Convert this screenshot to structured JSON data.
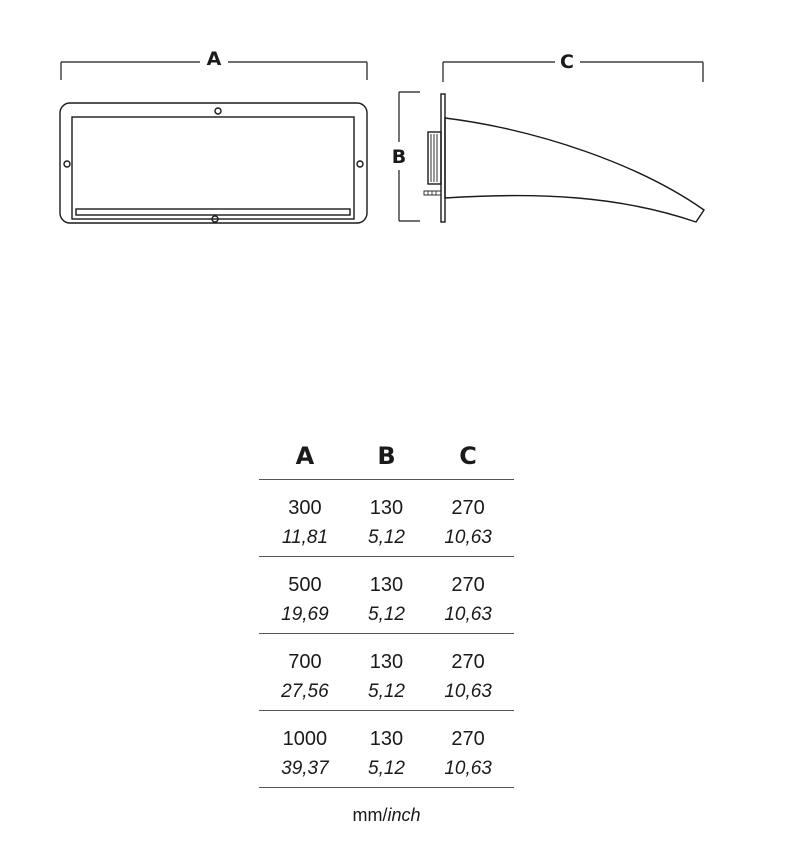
{
  "drawing": {
    "dim_a": "A",
    "dim_b": "B",
    "dim_c": "C"
  },
  "table": {
    "headers": [
      "A",
      "B",
      "C"
    ],
    "rows": [
      {
        "mm": [
          "300",
          "130",
          "270"
        ],
        "inch": [
          "11,81",
          "5,12",
          "10,63"
        ]
      },
      {
        "mm": [
          "500",
          "130",
          "270"
        ],
        "inch": [
          "19,69",
          "5,12",
          "10,63"
        ]
      },
      {
        "mm": [
          "700",
          "130",
          "270"
        ],
        "inch": [
          "27,56",
          "5,12",
          "10,63"
        ]
      },
      {
        "mm": [
          "1000",
          "130",
          "270"
        ],
        "inch": [
          "39,37",
          "5,12",
          "10,63"
        ]
      }
    ]
  },
  "units": {
    "mm": "mm",
    "separator": "/",
    "inch": "inch"
  }
}
